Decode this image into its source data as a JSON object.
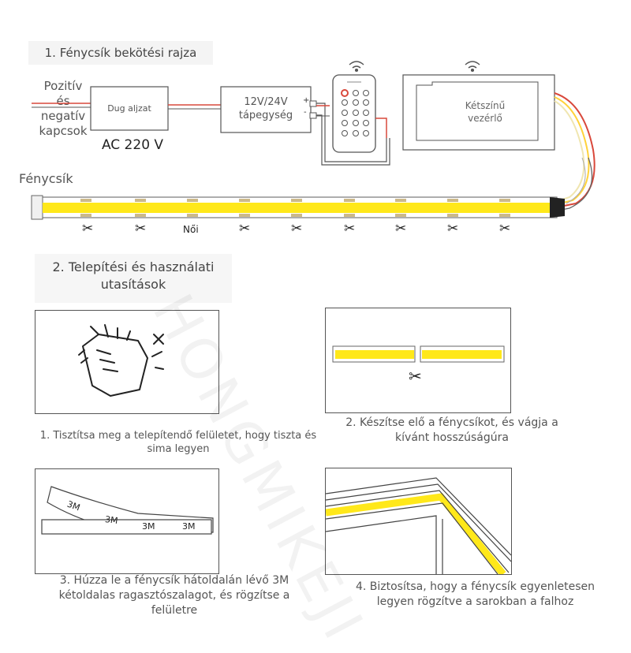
{
  "section1": {
    "title": "1. Fénycsík bekötési rajza",
    "polarity_label_lines": [
      "Pozitív",
      "és",
      "negatív",
      "kapcsok"
    ],
    "plug_box": "Dug aljzat",
    "ac_label": "AC 220 V",
    "psu_lines": [
      "12V/24V",
      "tápegység"
    ],
    "psu_plus": "+",
    "psu_minus": "-",
    "controller_lines": [
      "Kétszínű",
      "vezérlő"
    ],
    "strip_label": "Fénycsík",
    "female_label": "Női"
  },
  "section2": {
    "title_lines": [
      "2. Telepítési és használati",
      "utasítások"
    ],
    "step1_lines": [
      "1. Tisztítsa meg a telepítendő felületet, hogy tiszta és",
      "sima legyen"
    ],
    "step2_lines": [
      "2. Készítse elő a fénycsíkot, és vágja a",
      "kívánt hosszúságúra"
    ],
    "step3_lines": [
      "3. Húzza le a fénycsík hátoldalán lévő 3M",
      "kétoldalas ragasztószalagot, és rögzítse a",
      "felületre"
    ],
    "step4_lines": [
      "4. Biztosítsa, hogy a fénycsík egyenletesen",
      "legyen rögzítve a sarokban a falhoz"
    ],
    "tape_labels": [
      "3M",
      "3M",
      "3M",
      "3M"
    ]
  },
  "watermark": "HONGMIKEJI",
  "colors": {
    "led_yellow": "#ffe81a",
    "wire_red": "#d9483b",
    "panel_border": "#555555"
  }
}
